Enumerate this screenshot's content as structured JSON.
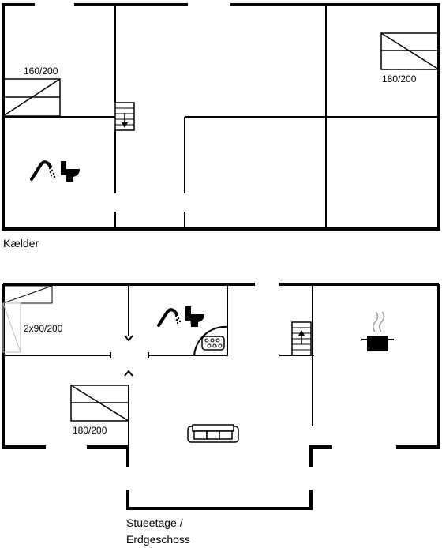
{
  "floors": [
    {
      "name": "Kælder",
      "beds": [
        {
          "label": "160/200"
        },
        {
          "label": "180/200"
        }
      ]
    },
    {
      "name_line1": "Stueetage /",
      "name_line2": "Erdgeschoss",
      "beds": [
        {
          "label": "2x90/200"
        },
        {
          "label": "180/200"
        }
      ]
    }
  ],
  "icons": [
    "shower-icon",
    "toilet-icon",
    "stairs-down-icon",
    "stairs-up-icon",
    "jacuzzi-icon",
    "cooking-pot-icon",
    "sofa-icon",
    "bed-icon"
  ]
}
